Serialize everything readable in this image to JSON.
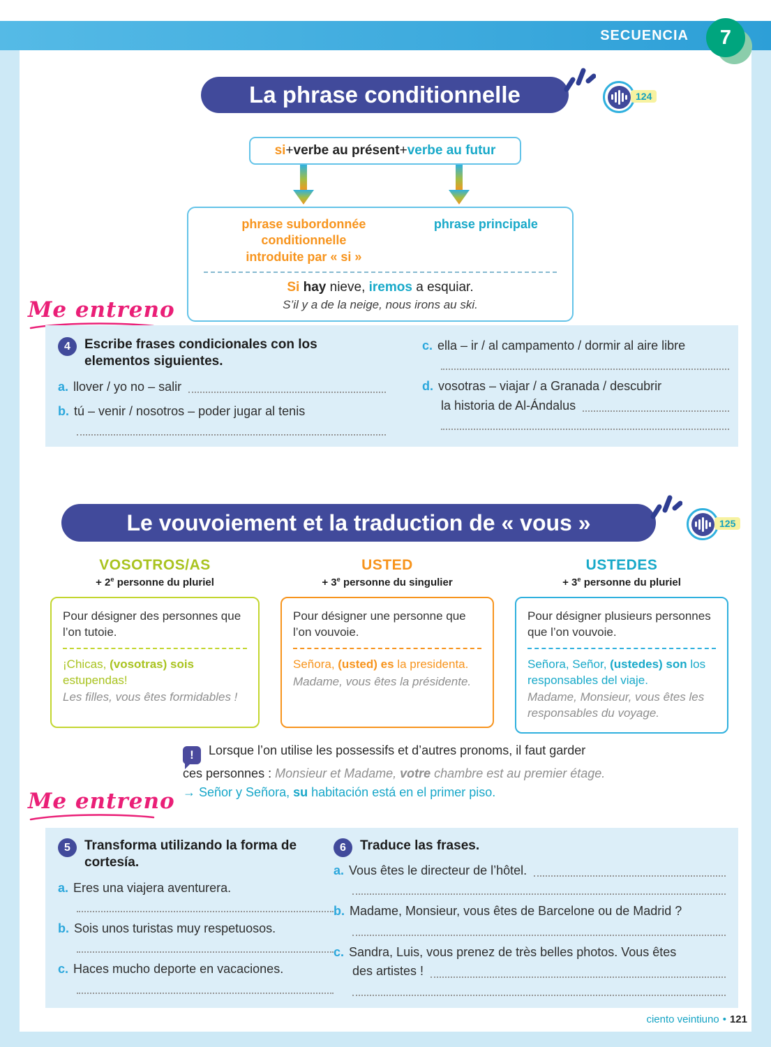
{
  "header": {
    "secuencia": "SECUENCIA",
    "number": "7"
  },
  "colors": {
    "header_blue": "#3aa7db",
    "badge_green": "#00a57e",
    "indigo": "#414a9b",
    "orange": "#f7941d",
    "teal": "#18a9c9",
    "lime": "#a9c31f",
    "pink": "#ea1f77",
    "panel_blue": "#dceef8",
    "audio_badge_yellow": "#f7f2a0"
  },
  "icons": {
    "audio": "audio-equalizer-icon",
    "note": "exclamation-bubble-icon",
    "arrow": "gradient-down-arrow-icon",
    "sparks": "emphasis-strokes-icon"
  },
  "section1": {
    "title": "La phrase conditionnelle",
    "audio_number": "124",
    "formula": {
      "si": "si",
      "plus1": " + ",
      "present": "verbe au présent",
      "plus2": " + ",
      "futur": "verbe au futur"
    },
    "structure": {
      "left_label_line1": "phrase subordonnée conditionnelle",
      "left_label_line2": "introduite par « si »",
      "right_label": "phrase principale",
      "example": {
        "si": "Si ",
        "hay": "hay ",
        "mid": "nieve, ",
        "iremos": "iremos ",
        "end": "a esquiar."
      },
      "translation": "S’il y a de la neige, nous irons au ski."
    }
  },
  "me_entreno": "Me entreno",
  "exercise4": {
    "number": "4",
    "prompt": "Escribe frases condicionales con los elementos siguientes.",
    "items": [
      {
        "letter": "a.",
        "text": "llover / yo no – salir"
      },
      {
        "letter": "b.",
        "text": "tú – venir / nosotros – poder jugar al tenis"
      },
      {
        "letter": "c.",
        "text": "ella – ir / al campamento / dormir al aire libre"
      },
      {
        "letter": "d.",
        "text": "vosotras – viajar / a Granada / descubrir",
        "text2": "la historia de Al-Ándalus"
      }
    ]
  },
  "section2": {
    "title": "Le vouvoiement et la traduction de « vous »",
    "audio_number": "125",
    "columns": [
      {
        "header": "VOSOTROS/AS",
        "person_num": "+ 2",
        "person_sup": "e",
        "person_rest": " personne du pluriel",
        "description": "Pour désigner des personnes que l’on tutoie.",
        "example_pre": "¡Chicas, ",
        "example_bold": "(vosotras) sois",
        "example_post": " estupendas!",
        "translation": "Les filles, vous êtes formidables !"
      },
      {
        "header": "USTED",
        "person_num": "+ 3",
        "person_sup": "e",
        "person_rest": " personne du singulier",
        "description": "Pour désigner une personne que l’on vouvoie.",
        "example_pre": "Señora, ",
        "example_bold": "(usted) es",
        "example_post": " la presidenta.",
        "translation": "Madame, vous êtes la présidente."
      },
      {
        "header": "USTEDES",
        "person_num": "+ 3",
        "person_sup": "e",
        "person_rest": " personne du pluriel",
        "description": "Pour désigner plusieurs personnes que l’on vouvoie.",
        "example_pre": "Señora, Señor, ",
        "example_bold": "(ustedes) son",
        "example_post": " los responsables del viaje.",
        "translation": "Madame, Monsieur, vous êtes les responsables du voyage."
      }
    ],
    "note": {
      "icon": "!",
      "line1": "Lorsque l’on utilise les possessifs et d’autres pronoms, il faut garder",
      "line2_dark": "ces personnes : ",
      "line2_italic_pre": "Monsieur et Madame, ",
      "line2_italic_bold": "votre",
      "line2_italic_post": " chambre est au premier étage.",
      "line3_arrow": "→ ",
      "line3_pre": "Señor y Señora, ",
      "line3_bold": "su",
      "line3_post": " habitación está en el primer piso."
    }
  },
  "exercise5": {
    "number": "5",
    "prompt": "Transforma utilizando la forma de cortesía.",
    "items": [
      {
        "letter": "a.",
        "text": "Eres una viajera aventurera."
      },
      {
        "letter": "b.",
        "text": "Sois unos turistas muy respetuosos."
      },
      {
        "letter": "c.",
        "text": "Haces mucho deporte en vacaciones."
      }
    ]
  },
  "exercise6": {
    "number": "6",
    "prompt": "Traduce las frases.",
    "items": [
      {
        "letter": "a.",
        "text": "Vous êtes le directeur de l’hôtel."
      },
      {
        "letter": "b.",
        "text": "Madame, Monsieur, vous êtes de Barcelone ou de Madrid ?"
      },
      {
        "letter": "c.",
        "text": "Sandra, Luis, vous prenez de très belles photos. Vous êtes",
        "text2": "des artistes !"
      }
    ]
  },
  "footer": {
    "page_words": "ciento veintiuno",
    "separator": "•",
    "page_number": "121"
  }
}
